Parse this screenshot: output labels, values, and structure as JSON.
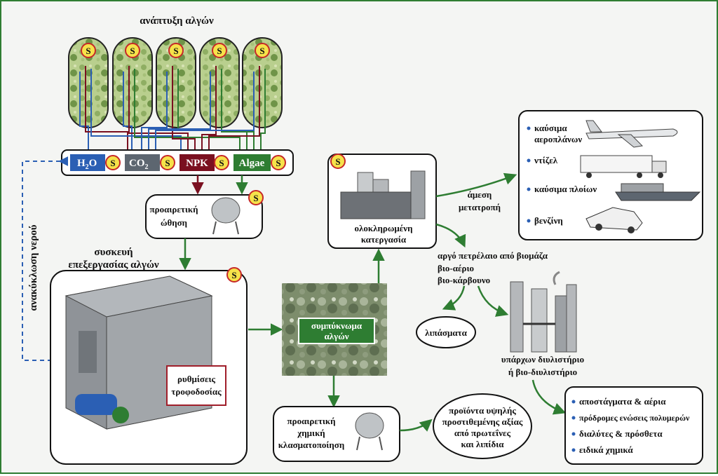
{
  "title": "ανάπτυξη αλγών",
  "badge": "S",
  "inputs": [
    {
      "label": "H",
      "sub": "2",
      "rest": "O",
      "color": "#2b5fb4"
    },
    {
      "label": "CO",
      "sub": "2",
      "rest": "",
      "color": "#5d6670"
    },
    {
      "label": "NPK",
      "sub": "",
      "rest": "",
      "color": "#7a1020"
    },
    {
      "label": "Algae",
      "sub": "",
      "rest": "",
      "color": "#2e7d32"
    }
  ],
  "recycle": "ανακύκλωση νερού",
  "optional_push": [
    "προαιρετική",
    "ώθηση"
  ],
  "processing_unit": [
    "συσκευή",
    "επεξεργασίας αλγών"
  ],
  "feed_settings": [
    "ρυθμίσεις",
    "τροφοδοσίας"
  ],
  "concentrate": [
    "συμπύκνωμα",
    "αλγών"
  ],
  "integrated": [
    "ολοκληρωμένη",
    "κατεργασία"
  ],
  "direct_conversion": [
    "άμεση",
    "μετατροπή"
  ],
  "fuels": [
    "καύσιμα",
    "αεροπλάνων",
    "ντίζελ",
    "καύσιμα πλοίων",
    "βενζίνη"
  ],
  "bio_products": [
    "αργό πετρέλαιο από βιομάζα",
    "βιο-αέριο",
    "βιο-κάρβουνο"
  ],
  "fertilizers": "λιπάσματα",
  "refinery": [
    "υπάρχων διυλιστήριο",
    "ή βιο-διυλιστήριο"
  ],
  "refinery_outputs": [
    "αποστάγματα & αέρια",
    "πρόδρομες ενώσεις πολυμερών",
    "διαλύτες & πρόσθετα",
    "ειδικά χημικά"
  ],
  "fractionation": [
    "προαιρετική",
    "χημική",
    "κλασματοποίηση"
  ],
  "high_value": [
    "προϊόντα υψηλής",
    "προστιθεμένης αξίας",
    "από πρωτεΐνες",
    "και λιπίδια"
  ],
  "colors": {
    "arrow": "#2e7d32",
    "border": "#2e7d32",
    "dashed": "#2b5fb4",
    "badge_ring": "#c62828",
    "badge_fill": "#f6e24a"
  }
}
